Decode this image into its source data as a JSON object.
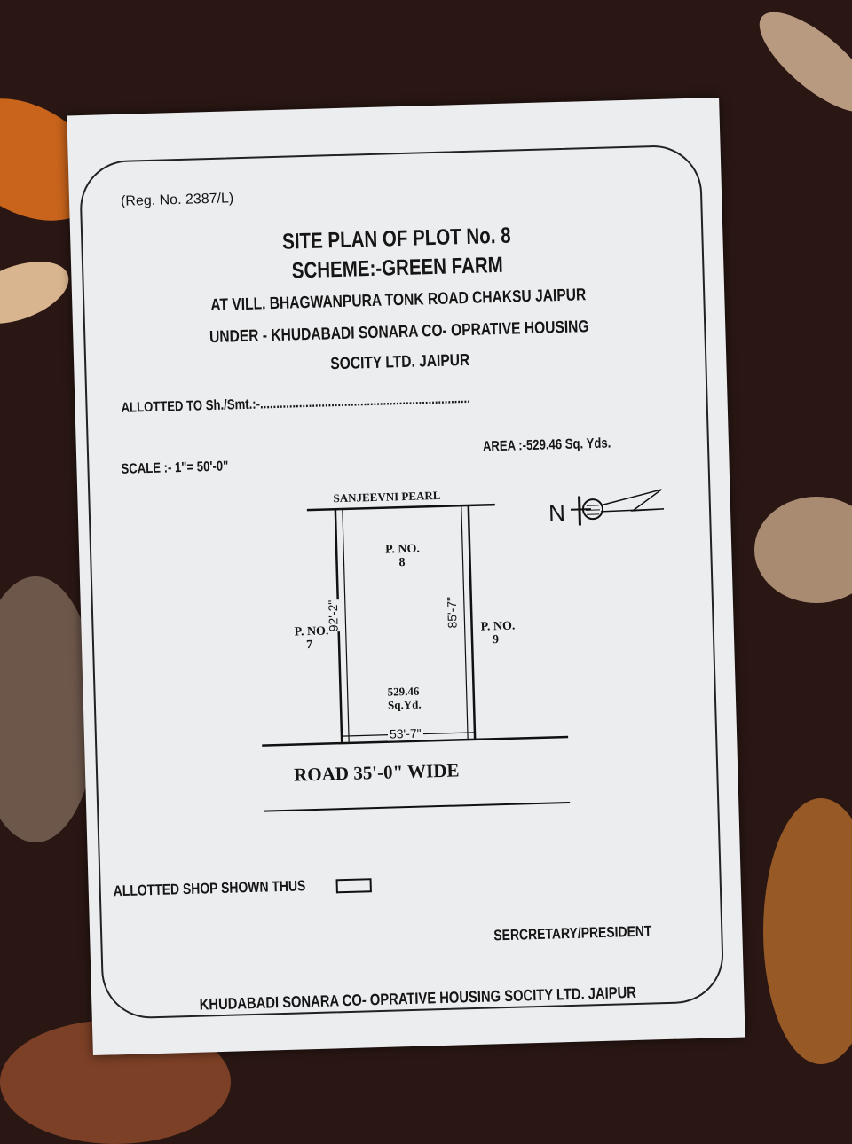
{
  "document": {
    "reg_no": "(Reg. No. 2387/L)",
    "title": "SITE PLAN OF PLOT No. 8",
    "scheme": "SCHEME:-GREEN FARM",
    "location": "AT VILL. BHAGWANPURA TONK ROAD CHAKSU JAIPUR",
    "under_line1": "UNDER - KHUDABADI SONARA CO- OPRATIVE HOUSING",
    "under_line2": "SOCITY LTD. JAIPUR",
    "allotted_to": "ALLOTTED TO Sh./Smt.:-.................................................................",
    "scale": "SCALE :- 1\"= 50'-0\"",
    "area": "AREA :-529.46 Sq. Yds.",
    "plan": {
      "north_road": "SANJEEVNI PEARL",
      "plot_label": "P. NO.",
      "plot_number": "8",
      "left_plot_label": "P. NO.",
      "left_plot_number": "7",
      "right_plot_label": "P. NO.",
      "right_plot_number": "9",
      "left_dimension": "92'-2\"",
      "right_dimension": "85'-7\"",
      "front_dimension": "53'-7\"",
      "plot_area": "529.46",
      "plot_area_unit": "Sq.Yd.",
      "road": "ROAD 35'-0\" WIDE",
      "north_label": "N"
    },
    "legend": "ALLOTTED SHOP SHOWN THUS",
    "signatory": "SERCRETARY/PRESIDENT",
    "footer": "KHUDABADI SONARA CO- OPRATIVE HOUSING SOCITY LTD. JAIPUR"
  }
}
